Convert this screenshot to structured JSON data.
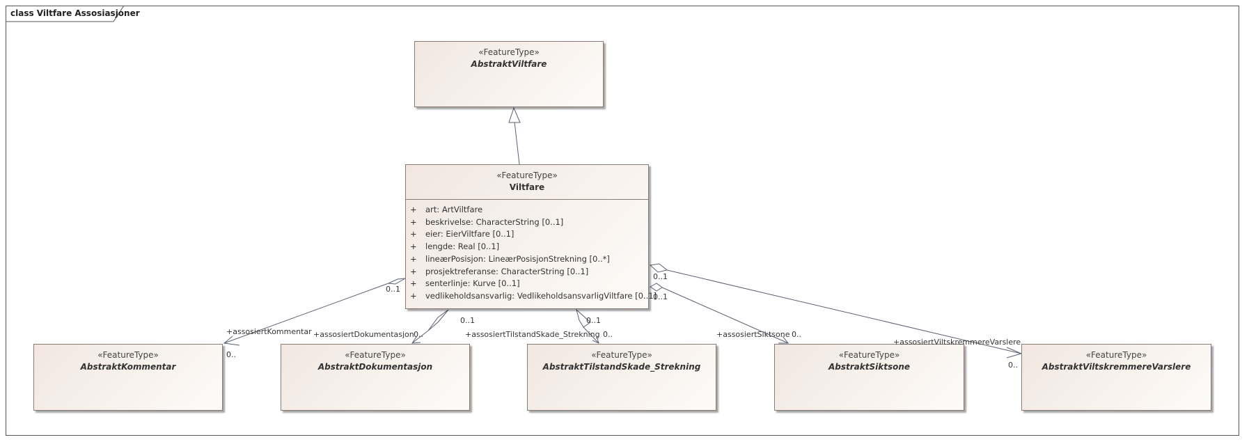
{
  "diagram": {
    "title": "class Viltfare Assosiasjoner"
  },
  "classes": {
    "abstrakt_viltfare": {
      "stereotype": "«FeatureType»",
      "name": "AbstraktViltfare"
    },
    "viltfare": {
      "stereotype": "«FeatureType»",
      "name": "Viltfare",
      "attributes": [
        {
          "vis": "+",
          "text": "art: ArtViltfare"
        },
        {
          "vis": "+",
          "text": "beskrivelse: CharacterString [0..1]"
        },
        {
          "vis": "+",
          "text": "eier: EierViltfare [0..1]"
        },
        {
          "vis": "+",
          "text": "lengde: Real [0..1]"
        },
        {
          "vis": "+",
          "text": "lineærPosisjon: LineærPosisjonStrekning [0..*]"
        },
        {
          "vis": "+",
          "text": "prosjektreferanse: CharacterString [0..1]"
        },
        {
          "vis": "+",
          "text": "senterlinje: Kurve [0..1]"
        },
        {
          "vis": "+",
          "text": "vedlikeholdsansvarlig: VedlikeholdsansvarligViltfare [0..1]"
        }
      ]
    },
    "kommentar": {
      "stereotype": "«FeatureType»",
      "name": "AbstraktKommentar"
    },
    "dokumentasjon": {
      "stereotype": "«FeatureType»",
      "name": "AbstraktDokumentasjon"
    },
    "tilstandskade": {
      "stereotype": "«FeatureType»",
      "name": "AbstraktTilstandSkade_Strekning"
    },
    "siktsone": {
      "stereotype": "«FeatureType»",
      "name": "AbstraktSiktsone"
    },
    "viltskremmere": {
      "stereotype": "«FeatureType»",
      "name": "AbstraktViltskremmereVarslere"
    }
  },
  "associations": {
    "kommentar": {
      "role": "+assosiertKommentar",
      "source_mult": "0..1",
      "target_mult": "0.."
    },
    "dokumentasjon": {
      "role": "+assosiertDokumentasjon",
      "source_mult": "0..1",
      "target_mult": "0.."
    },
    "tilstandskade": {
      "role": "+assosiertTilstandSkade_Strekning",
      "source_mult": "0..1",
      "target_mult": "0.."
    },
    "siktsone": {
      "role": "+assosiertSiktsone",
      "source_mult": "0..1",
      "target_mult": "0.."
    },
    "viltskremmere": {
      "role": "+assosiertViltskremmereVarslere",
      "source_mult": "0..1",
      "target_mult": "0.."
    }
  },
  "colors": {
    "box_border": "#8a7a74",
    "box_fill_top": "#f1e7e0",
    "box_fill_bottom": "#fdfbf9",
    "edge": "#5a5f73"
  }
}
